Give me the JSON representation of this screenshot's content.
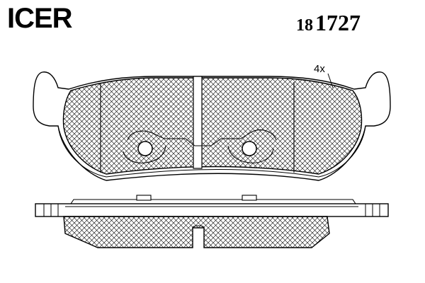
{
  "brand": {
    "logo_text": "ICER"
  },
  "part": {
    "number_prefix": "18",
    "number_main": "1727"
  },
  "drawing": {
    "quantity_label": "4x",
    "line_color": "#000000",
    "hatch_color": "#000000",
    "background_color": "#ffffff"
  }
}
